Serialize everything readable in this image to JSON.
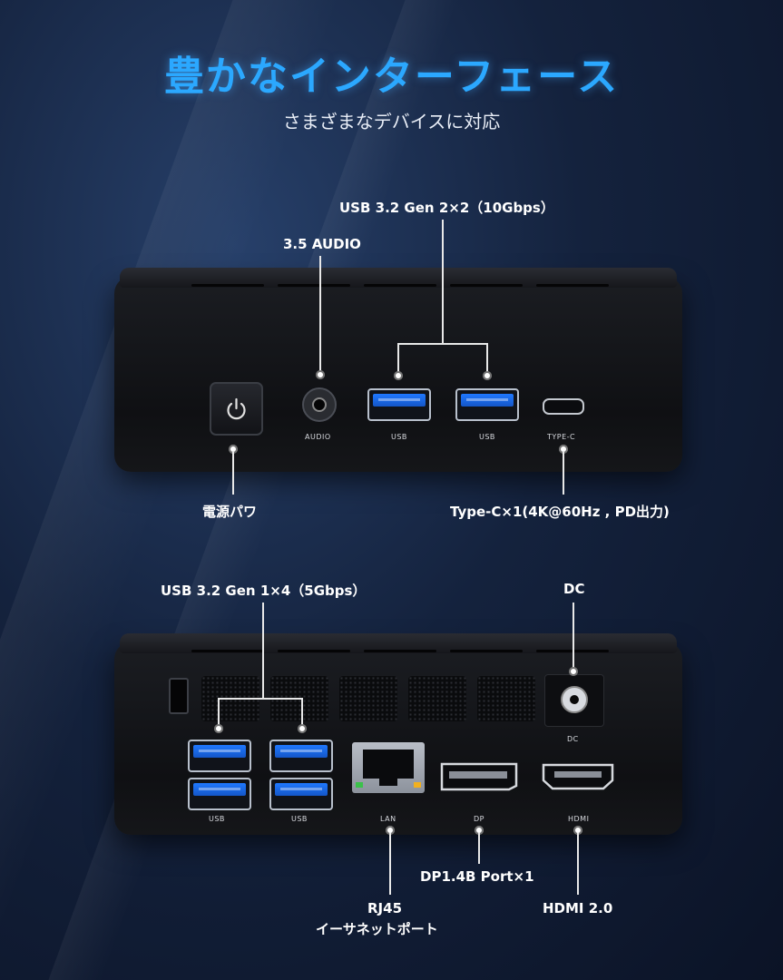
{
  "header": {
    "title": "豊かなインターフェース",
    "subtitle": "さまざまなデバイスに対応"
  },
  "front": {
    "callouts": {
      "usb32gen2": "USB 3.2 Gen 2×2（10Gbps）",
      "audio": "3.5 AUDIO",
      "power": "電源パワ",
      "typec": "Type-C×1(4K@60Hz , PD出力)"
    },
    "port_labels": {
      "audio": "AUDIO",
      "usb1": "USB",
      "usb2": "USB",
      "typec": "TYPE-C"
    }
  },
  "back": {
    "callouts": {
      "usb32gen1": "USB 3.2 Gen 1×4（5Gbps）",
      "dc": "DC",
      "rj45": "RJ45",
      "ethernet": "イーサネットポート",
      "dp": "DP1.4B Port×1",
      "hdmi": "HDMI 2.0"
    },
    "port_labels": {
      "dc": "DC",
      "usb_a": "USB",
      "usb_b": "USB",
      "lan": "LAN",
      "dp": "DP",
      "hdmi": "HDMI"
    }
  },
  "colors": {
    "title": "#2ba8ff",
    "usb_blue": "#1f78ff",
    "background": "#14223d"
  }
}
